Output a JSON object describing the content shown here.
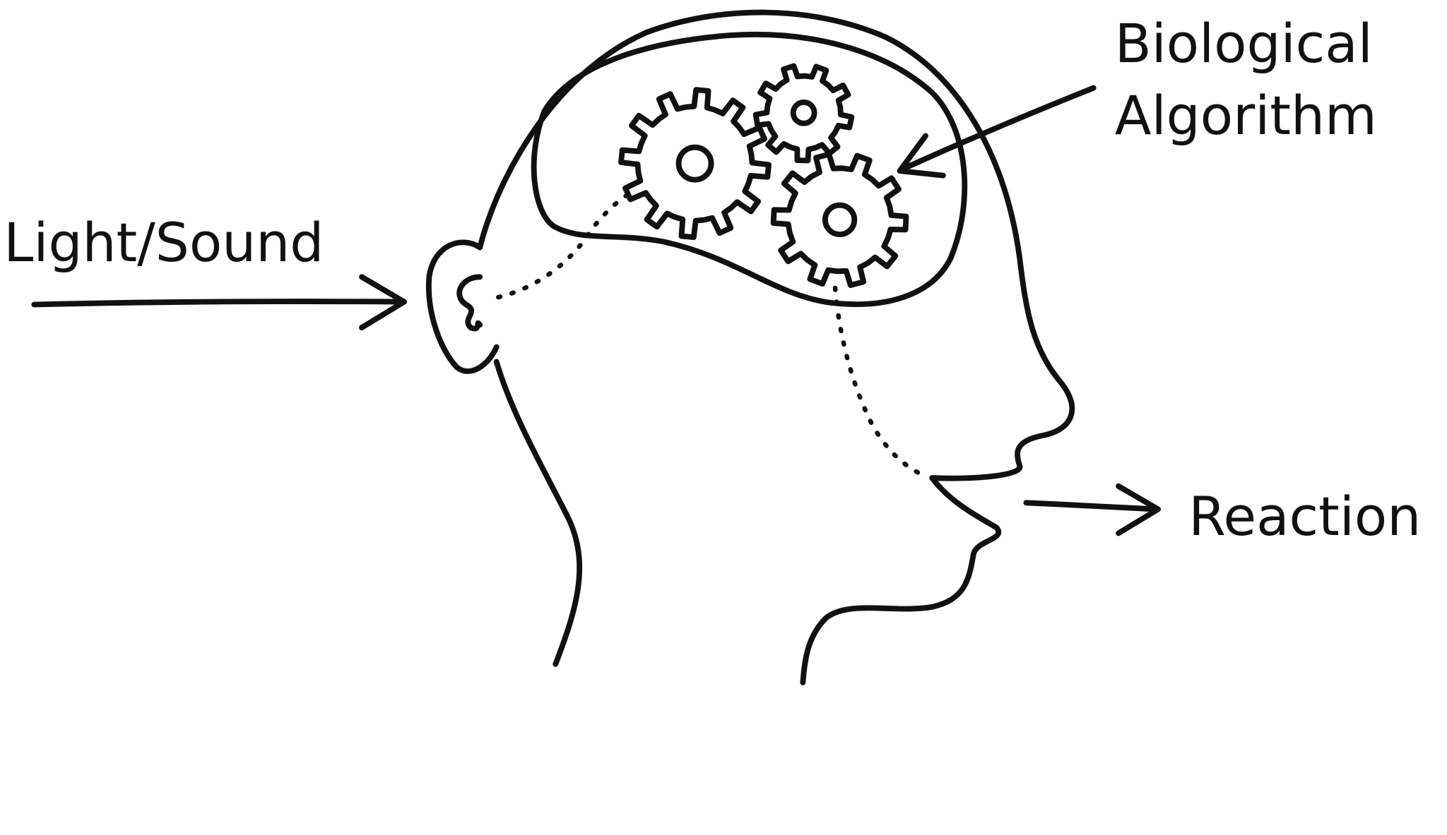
{
  "diagram": {
    "labels": {
      "input": "Light/Sound",
      "process_line1": "Biological",
      "process_line2": "Algorithm",
      "output": "Reaction"
    },
    "icons": [
      "head-profile-icon",
      "gear-icon",
      "arrow-icon"
    ],
    "colors": {
      "ink": "#111111",
      "background": "#ffffff"
    }
  }
}
